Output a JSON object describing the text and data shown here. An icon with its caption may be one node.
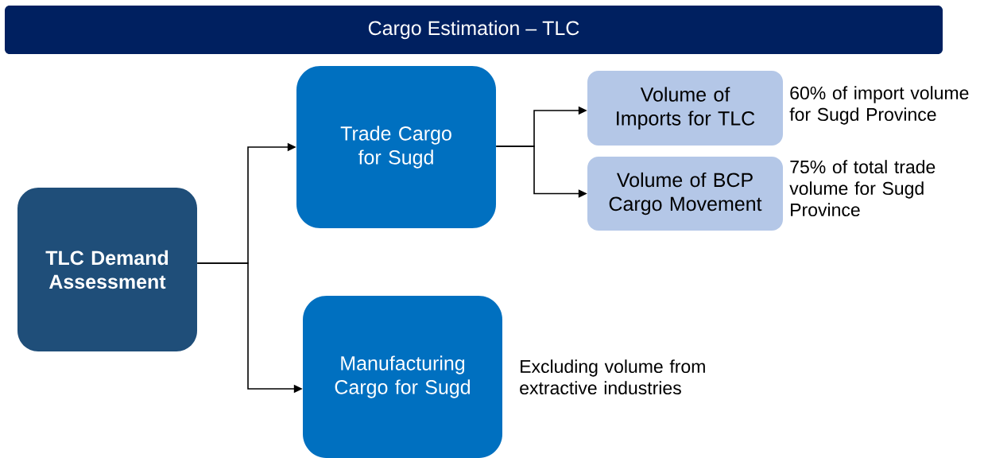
{
  "diagram": {
    "title": "Cargo Estimation – TLC",
    "nodes": [
      {
        "text": [
          "TLC Demand Assessment"
        ]
      },
      {
        "text": [
          "Trade Cargo for Sugd"
        ]
      },
      {
        "text": [
          "Manufacturing Cargo for Sugd"
        ],
        "beside": [
          "Excluding volume from extractive industries"
        ]
      },
      {
        "text": [
          "Volume of Imports for TLC"
        ],
        "beside": [
          "60% of import volume for Sugd Province"
        ]
      },
      {
        "text": [
          "Volume of BCP Cargo Movement"
        ],
        "beside": [
          "75% of total trade volume for Sugd Province"
        ]
      }
    ],
    "edges": [
      {
        "from": 0,
        "to": 1,
        "arrow": "to"
      },
      {
        "from": 0,
        "to": 2,
        "arrow": "to"
      },
      {
        "from": 1,
        "to": 3,
        "arrow": "to"
      },
      {
        "from": 1,
        "to": 4,
        "arrow": "to"
      }
    ]
  }
}
